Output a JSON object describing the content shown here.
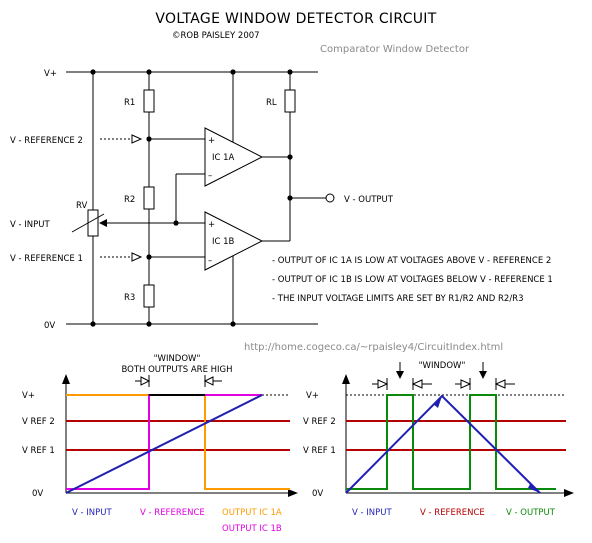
{
  "title": "VOLTAGE WINDOW DETECTOR CIRCUIT",
  "copyright": "©ROB PAISLEY 2007",
  "subtitle": "Comparator Window Detector",
  "url": "http://home.cogeco.ca/~rpaisley4/CircuitIndex.html",
  "schematic": {
    "vplus": "V+",
    "zero_v": "0V",
    "r1": "R1",
    "r2": "R2",
    "r3": "R3",
    "rl": "RL",
    "rv": "RV",
    "ic1a": "IC 1A",
    "ic1b": "IC 1B",
    "plus": "+",
    "minus": "–",
    "vref2": "V - REFERENCE 2",
    "vref1": "V - REFERENCE 1",
    "vinput": "V - INPUT",
    "voutput": "V - OUTPUT"
  },
  "notes": [
    "- OUTPUT OF IC 1A IS LOW AT VOLTAGES ABOVE  V - REFERENCE 2",
    "- OUTPUT OF IC 1B IS LOW AT VOLTAGES BELOW  V - REFERENCE 1",
    "- THE INPUT VOLTAGE LIMITS ARE SET BY R1/R2 AND R2/R3"
  ],
  "graph_left": {
    "window_label": "\"WINDOW\"",
    "window_desc": "BOTH OUTPUTS ARE HIGH",
    "y_labels": [
      "V+",
      "V REF 2",
      "V REF 1",
      "0V"
    ],
    "legend_input": "V - INPUT",
    "legend_reference": "V - REFERENCE",
    "legend_out_a": "OUTPUT IC 1A",
    "legend_out_b": "OUTPUT IC 1B"
  },
  "graph_right": {
    "window_label": "\"WINDOW\"",
    "y_labels": [
      "V+",
      "V REF 2",
      "V REF 1",
      "0V"
    ],
    "legend_input": "V - INPUT",
    "legend_reference": "V - REFERENCE",
    "legend_output": "V - OUTPUT"
  },
  "colors": {
    "input": "#1f1fb4",
    "reference": "#b40000",
    "output": "#0a8a0a",
    "out_a": "#ff9b00",
    "out_b": "#e100e1"
  }
}
